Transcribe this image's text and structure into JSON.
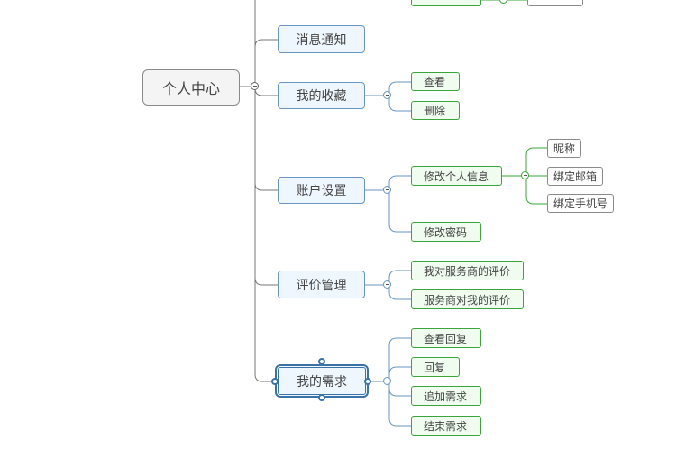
{
  "root": {
    "label": "个人中心"
  },
  "topics": [
    {
      "label": "消息通知"
    },
    {
      "label": "我的收藏",
      "children": [
        {
          "label": "查看"
        },
        {
          "label": "删除"
        }
      ]
    },
    {
      "label": "账户设置",
      "children": [
        {
          "label": "修改个人信息",
          "children": [
            {
              "label": "昵称"
            },
            {
              "label": "绑定邮箱"
            },
            {
              "label": "绑定手机号"
            }
          ]
        },
        {
          "label": "修改密码"
        }
      ]
    },
    {
      "label": "评价管理",
      "children": [
        {
          "label": "我对服务商的评价"
        },
        {
          "label": "服务商对我的评价"
        }
      ]
    },
    {
      "label": "我的需求",
      "selected": true,
      "children": [
        {
          "label": "查看回复"
        },
        {
          "label": "回复"
        },
        {
          "label": "追加需求"
        },
        {
          "label": "结束需求"
        }
      ]
    }
  ],
  "colors": {
    "root_border": "#8a8a8a",
    "topic_border": "#6a95c2",
    "topic_fill": "#eef6fe",
    "subtopic_border": "#3aa53a",
    "subtopic_fill": "#f0fcf0",
    "selected": "#3b73a8"
  }
}
